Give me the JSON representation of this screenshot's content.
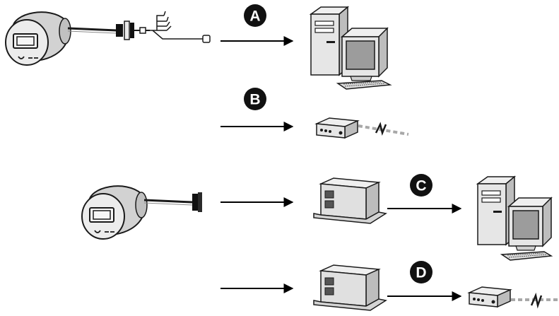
{
  "colors": {
    "badge": "#111111",
    "badge_text": "#ffffff",
    "arrow": "#000000",
    "outline": "#1a1a1a",
    "light_fill": "#f2f2f2",
    "mid_fill": "#d4d4d4",
    "dark_fill": "#9a9a9a",
    "screen": "#9c9c9c",
    "dotted_link": "#a8a8a8"
  },
  "diagram": {
    "labels": {
      "a": "A",
      "b": "B",
      "c": "C",
      "d": "D"
    },
    "icons": {
      "meter": "electric-meter-icon",
      "pc": "desktop-computer-icon",
      "modem": "modem-icon",
      "converter": "converter-module-icon",
      "cable": "serial-cable-icon",
      "link": "wireless-link-icon"
    }
  }
}
